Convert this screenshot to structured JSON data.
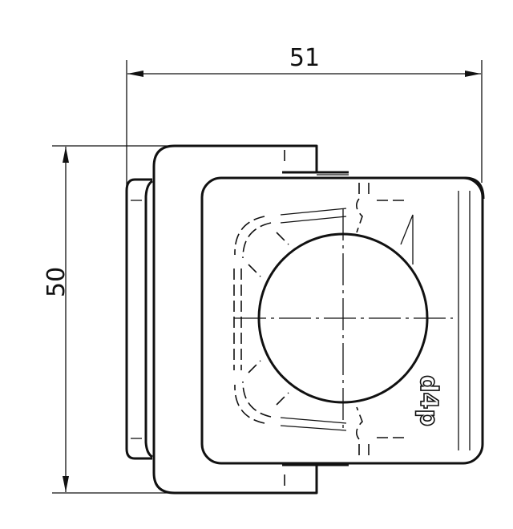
{
  "drawing": {
    "dimensions": {
      "width": {
        "value": "51"
      },
      "height": {
        "value": "50"
      }
    },
    "logo_text": "d4p",
    "colors": {
      "line": "#111111",
      "background": "#ffffff"
    }
  }
}
